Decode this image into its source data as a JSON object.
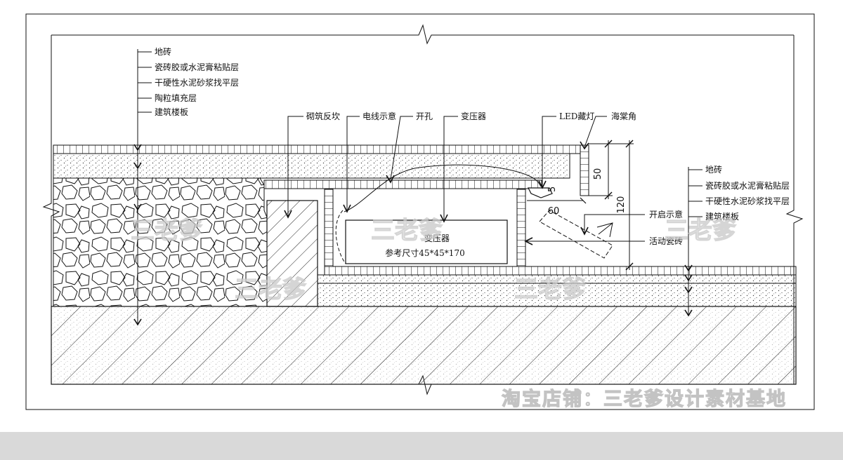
{
  "left_callouts": [
    "地砖",
    "瓷砖胶或水泥膏粘贴层",
    "干硬性水泥砂浆找平层",
    "陶粒填充层",
    "建筑楼板"
  ],
  "right_callouts": [
    "地砖",
    "瓷砖胶或水泥膏粘贴层",
    "干硬性水泥砂浆找平层",
    "建筑楼板"
  ],
  "top_callouts": {
    "masonry_curb": "砌筑反坎",
    "wire": "电线示意",
    "hole": "开孔",
    "transformer": "变压器",
    "led": "LED藏灯",
    "corner": "海棠角"
  },
  "side_callouts": {
    "open": "开启示意",
    "panel": "活动瓷砖"
  },
  "transformer_box": {
    "name": "变压器",
    "size": "参考尺寸45*45*170"
  },
  "dimensions": {
    "d50": "50",
    "d120": "120",
    "d60": "60",
    "d5": "5"
  },
  "watermarks": {
    "brand": "三老爹",
    "shop": "淘宝店铺：三老爹设计素材基地"
  }
}
